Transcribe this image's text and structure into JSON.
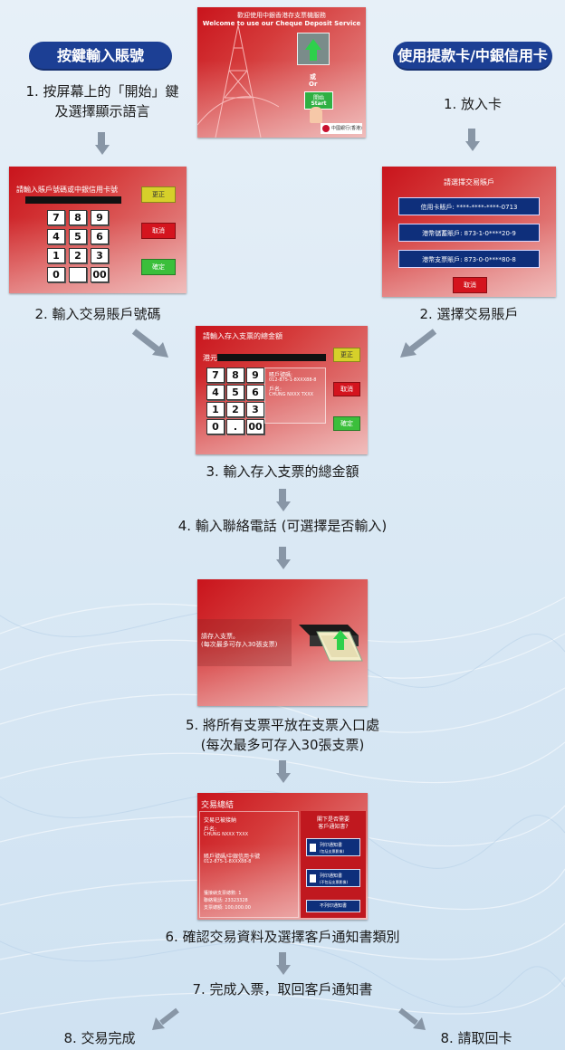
{
  "left_header": "按鍵輸入賬號",
  "right_header": "使用提款卡/中銀信用卡",
  "steps": {
    "left1_line1": "1. 按屏幕上的「開始」鍵",
    "left1_line2": "及選擇顯示語言",
    "right1": "1. 放入卡",
    "left2": "2. 輸入交易賬戶號碼",
    "right2": "2. 選擇交易賬戶",
    "s3": "3. 輸入存入支票的總金額",
    "s4": "4. 輸入聯絡電話 (可選擇是否輸入)",
    "s5_line1": "5. 將所有支票平放在支票入口處",
    "s5_line2": "(每次最多可存入30張支票)",
    "s6": "6. 確認交易資料及選擇客戶通知書類別",
    "s7": "7. 完成入票，取回客戶通知書",
    "s8_left": "8. 交易完成",
    "s8_right": "8. 請取回卡"
  },
  "start_screen": {
    "welcome_cn": "歡迎使用中銀香港存支票機服務",
    "welcome_en": "Welcome to use our Cheque Deposit Service",
    "or_cn": "或",
    "or_en": "Or",
    "start_cn": "開始",
    "start_en": "Start",
    "bank_logo": "中國銀行(香港)"
  },
  "account_entry_screen": {
    "prompt": "請輸入賬戶號碼或中銀信用卡號",
    "keys": [
      "7",
      "8",
      "9",
      "4",
      "5",
      "6",
      "1",
      "2",
      "3",
      "0",
      "",
      "00"
    ],
    "btn_correct": "更正",
    "btn_cancel": "取消",
    "btn_confirm": "確定"
  },
  "select_account_screen": {
    "title": "請選擇交易賬戶",
    "accounts": [
      "信用卡賬戶: ****-****-****-0713",
      "港幣儲蓄賬戶: 873-1-0****20-9",
      "港幣支票賬戶: 873-0-0****80-8"
    ],
    "btn_cancel": "取消"
  },
  "amount_screen": {
    "prompt": "請輸入存入支票的總金額",
    "currency": "港元",
    "keys": [
      "7",
      "8",
      "9",
      "4",
      "5",
      "6",
      "1",
      "2",
      "3",
      "0",
      ".",
      "00"
    ],
    "acct_label": "賬戶號碼:",
    "acct_value": "012-875-1-8XXX88-8",
    "name_label": "戶名:",
    "name_value": "CHUNG NXXX TXXX",
    "btn_correct": "更正",
    "btn_cancel": "取消",
    "btn_confirm": "確定"
  },
  "insert_screen": {
    "line1": "請存入支票。",
    "line2": "(每次最多可存入30張支票)"
  },
  "summary_screen": {
    "title": "交易總結",
    "status": "交易已被接納",
    "name_label": "戶名:",
    "name_value": "CHUNG NXXX TXXX",
    "acct_label": "賬戶號碼/中銀信用卡號",
    "acct_value": "012-875-1-8XXX88-8",
    "count": "獲接納支票總數: 1",
    "phone": "聯絡電話: 23323328",
    "amount": "支票總額: 100,000.00",
    "question_line1": "閣下是否需要",
    "question_line2": "客戶通知書?",
    "btn_print1": "列印通知書",
    "btn_print1_sub": "(包括支票影像)",
    "btn_print2": "列印通知書",
    "btn_print2_sub": "(不包括支票影像)",
    "btn_noprint": "不列印通知書"
  }
}
